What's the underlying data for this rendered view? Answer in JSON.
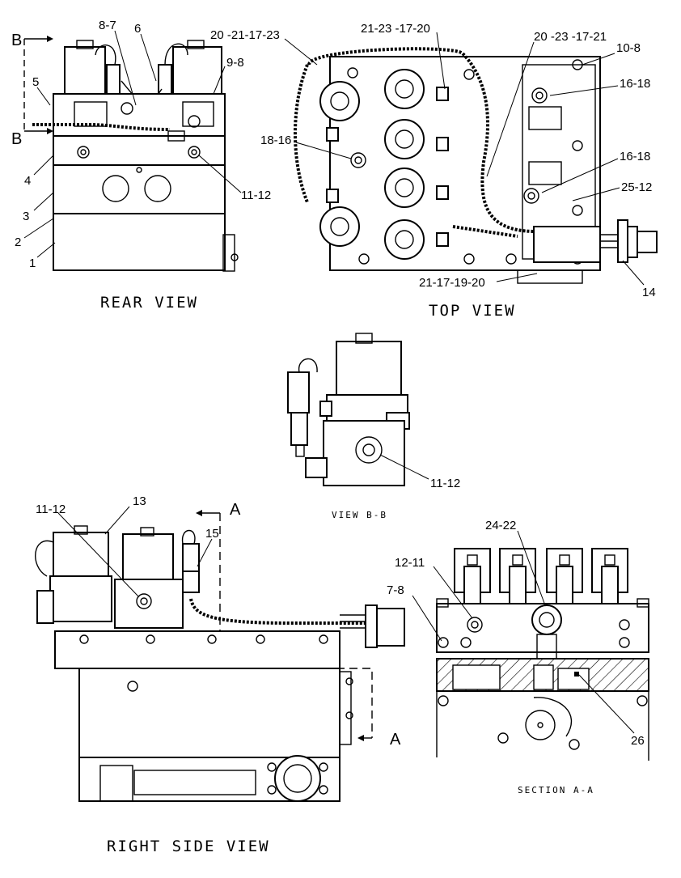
{
  "views": {
    "rear": "REAR VIEW",
    "top": "TOP VIEW",
    "view_bb": "VIEW B-B",
    "right_side": "RIGHT SIDE VIEW",
    "section_aa": "SECTION A-A"
  },
  "section_markers": {
    "b": "B",
    "a": "A"
  },
  "callouts": {
    "rear": {
      "c8_7": "8-7",
      "c6": "6",
      "c9_8": "9-8",
      "c5": "5",
      "c4": "4",
      "c3": "3",
      "c2": "2",
      "c1": "1",
      "c11_12": "11-12"
    },
    "top": {
      "c20_21_17_23": "20 -21-17-23",
      "c21_23_17_20": "21-23 -17-20",
      "c20_23_17_21": "20 -23 -17-21",
      "c10_8": "10-8",
      "c16_18_a": "16-18",
      "c18_16": "18-16",
      "c16_18_b": "16-18",
      "c25_12": "25-12",
      "c21_17_19_20": "21-17-19-20",
      "c14": "14"
    },
    "bb": {
      "c11_12": "11-12"
    },
    "side": {
      "c11_12": "11-12",
      "c13": "13",
      "c15": "15"
    },
    "section": {
      "c24_22": "24-22",
      "c12_11": "12-11",
      "c7_8": "7-8",
      "c26": "26"
    }
  }
}
